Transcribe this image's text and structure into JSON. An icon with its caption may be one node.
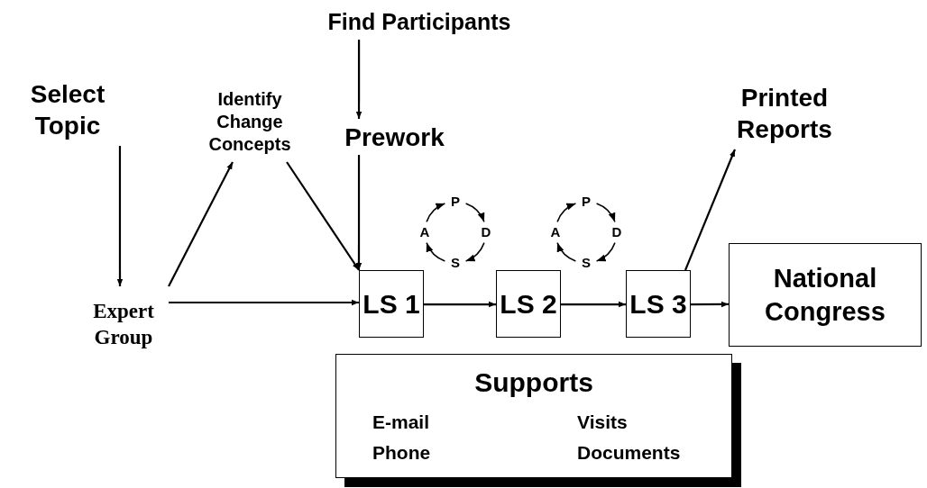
{
  "diagram": {
    "nodes": [
      {
        "text": [
          "Select Topic"
        ]
      },
      {
        "text": [
          "Expert Group"
        ]
      },
      {
        "text": [
          "Identify Change Concepts"
        ]
      },
      {
        "text": [
          "Find Participants"
        ]
      },
      {
        "text": [
          "Prework"
        ]
      },
      {
        "text": [
          "LS 1"
        ]
      },
      {
        "text": [
          "LS 2"
        ]
      },
      {
        "text": [
          "LS 3"
        ]
      },
      {
        "text": [
          "Printed Reports"
        ]
      },
      {
        "text": [
          "National Congress"
        ]
      },
      {
        "text": [
          "Supports",
          "E-mail",
          "Visits",
          "Phone",
          "Documents"
        ]
      }
    ],
    "edges": [
      {
        "from": 0,
        "to": 1,
        "arrow": "to"
      },
      {
        "from": 1,
        "to": 2,
        "arrow": "to"
      },
      {
        "from": 2,
        "to": 5,
        "arrow": "to"
      },
      {
        "from": 1,
        "to": 5,
        "arrow": "to"
      },
      {
        "from": 3,
        "to": 4,
        "arrow": "to"
      },
      {
        "from": 4,
        "to": 5,
        "arrow": "to"
      },
      {
        "from": 5,
        "to": 6,
        "arrow": "to"
      },
      {
        "from": 6,
        "to": 7,
        "arrow": "to"
      },
      {
        "from": 7,
        "to": 9,
        "arrow": "to"
      },
      {
        "from": 7,
        "to": 8,
        "arrow": "to"
      }
    ],
    "labels": [
      "P",
      "D",
      "S",
      "A",
      "P",
      "D",
      "S",
      "A"
    ]
  }
}
